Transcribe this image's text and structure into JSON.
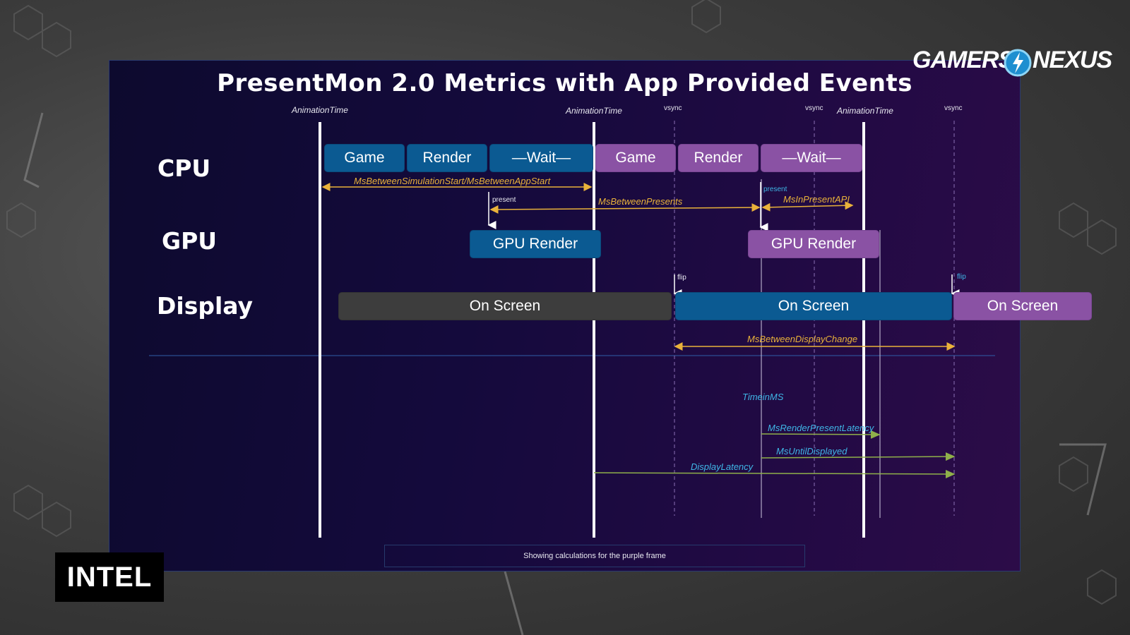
{
  "title": "PresentMon 2.0 Metrics with App Provided Events",
  "row_labels": {
    "cpu": "CPU",
    "gpu": "GPU",
    "display": "Display"
  },
  "timeline_markers": {
    "animation_time_1": "AnimationTime",
    "animation_time_2": "AnimationTime",
    "animation_time_3": "AnimationTime",
    "vsync_1": "vsync",
    "vsync_2": "vsync",
    "vsync_3": "vsync"
  },
  "cpu_blocks": {
    "frame1": [
      "Game",
      "Render",
      "—Wait—"
    ],
    "frame2": [
      "Game",
      "Render",
      "—Wait—"
    ]
  },
  "gpu_blocks": {
    "frame1": "GPU Render",
    "frame2": "GPU Render"
  },
  "display_blocks": [
    "On Screen",
    "On Screen",
    "On Screen"
  ],
  "event_labels": {
    "present_1": "present",
    "present_2": "present",
    "flip_1": "flip",
    "flip_2": "flip"
  },
  "metrics": {
    "ms_between_sim_start": "MsBetweenSimulationStart/MsBetweenAppStart",
    "ms_between_presents": "MsBetweenPresents",
    "ms_in_present_api": "MsInPresentAPI",
    "ms_between_display_change": "MsBetweenDisplayChange",
    "time_in_ms": "TimeinMS",
    "ms_render_present_latency": "MsRenderPresentLatency",
    "ms_until_displayed": "MsUntilDisplayed",
    "display_latency": "DisplayLatency"
  },
  "footnote": "Showing calculations for the purple frame",
  "corner_label": "INTEL",
  "logo": {
    "left": "GAMERS",
    "right": "NEXUS"
  },
  "colors": {
    "frame_blue": "#0b5a92",
    "frame_purple": "#8a52a4",
    "frame_gray": "#3d3d3d",
    "metric_gold": "#e9b23a",
    "metric_cyan": "#3fb6e6",
    "arrow_green": "#8fb04a"
  }
}
